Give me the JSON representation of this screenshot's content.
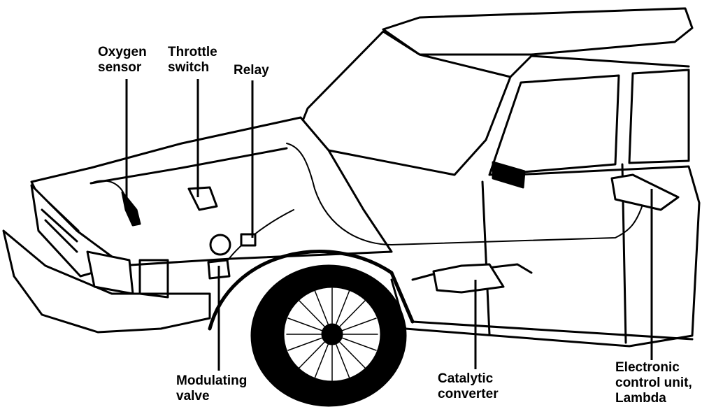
{
  "labels": {
    "oxygen_sensor": [
      "Oxygen",
      "sensor"
    ],
    "throttle_switch": [
      "Throttle",
      "switch"
    ],
    "relay": [
      "Relay"
    ],
    "modulating_valve": [
      "Modulating",
      "valve"
    ],
    "catalytic_converter": [
      "Catalytic",
      "converter"
    ],
    "ecu": [
      "Electronic",
      "control unit,",
      "Lambda"
    ]
  },
  "colors": {
    "ink": "#000000",
    "paper": "#ffffff"
  }
}
